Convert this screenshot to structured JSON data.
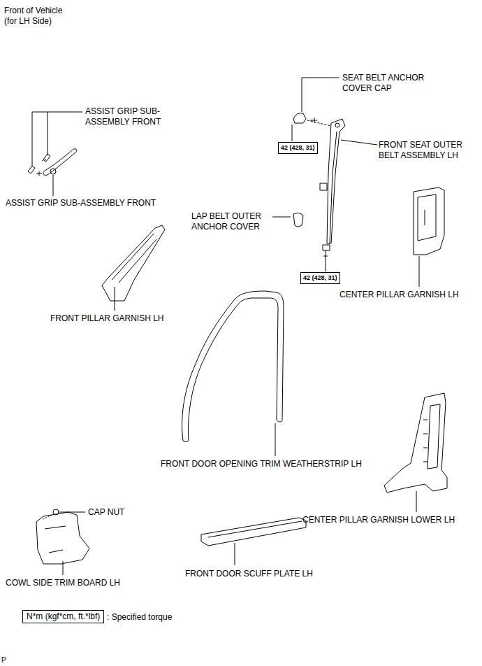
{
  "diagram": {
    "nodes": [
      {
        "text": [
          "42 (428, 31)"
        ]
      },
      {
        "text": [
          "42 (428, 31)"
        ]
      },
      {
        "text": [
          "N*m (kgf*cm, ft.*lbf)"
        ]
      }
    ],
    "labels": [
      "Front of Vehicle (for LH Side)",
      "ASSIST GRIP SUB-ASSEMBLY FRONT",
      "ASSIST GRIP SUB-ASSEMBLY FRONT",
      "SEAT BELT ANCHOR COVER CAP",
      "FRONT SEAT OUTER BELT ASSEMBLY LH",
      "LAP BELT OUTER ANCHOR COVER",
      "CENTER PILLAR GARNISH LH",
      "FRONT PILLAR GARNISH LH",
      "FRONT DOOR OPENING TRIM WEATHERSTRIP LH",
      "CAP NUT",
      "CENTER PILLAR GARNISH LOWER LH",
      "COWL SIDE TRIM BOARD LH",
      "FRONT DOOR SCUFF PLATE LH",
      ": Specified torque",
      "P"
    ]
  }
}
